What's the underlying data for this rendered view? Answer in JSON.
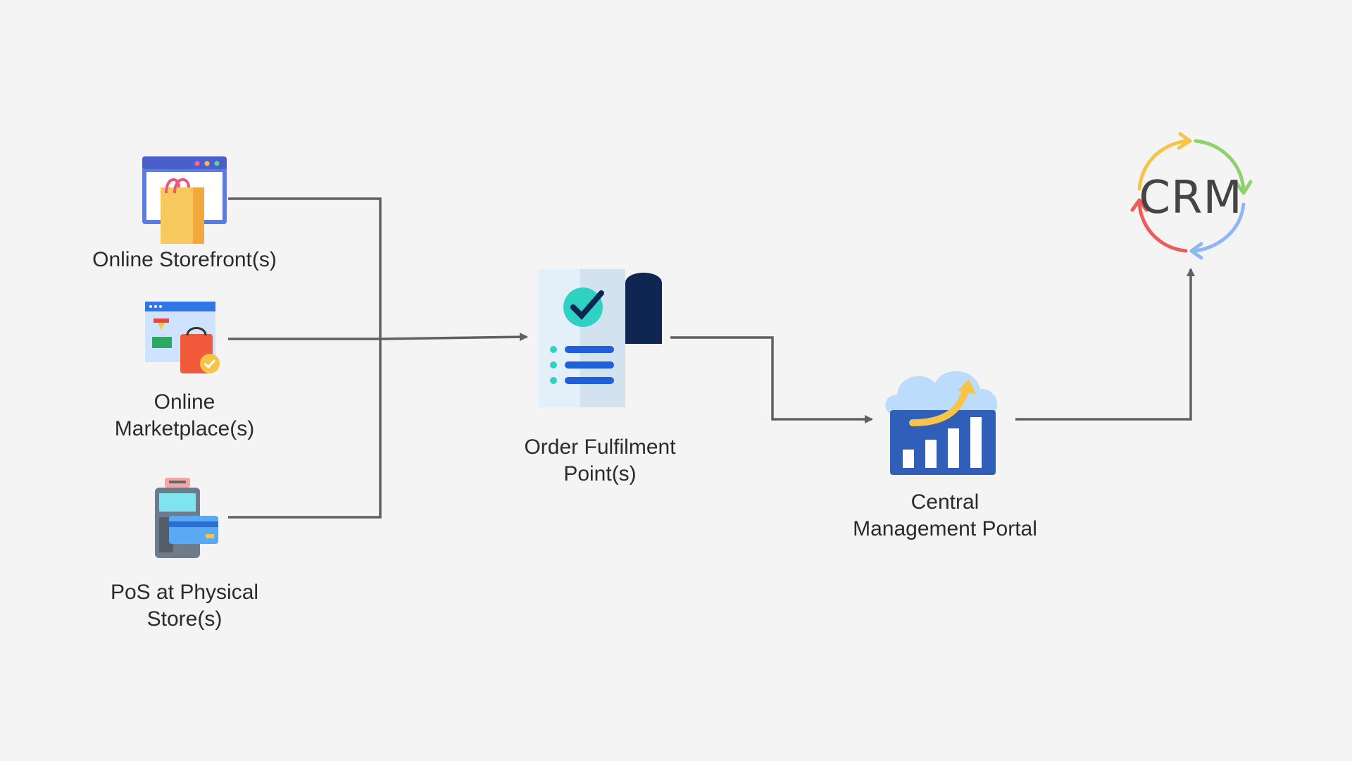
{
  "nodes": {
    "storefront": {
      "label": "Online Storefront(s)",
      "icon": "online-storefront-icon"
    },
    "marketplace": {
      "label": "Online\nMarketplace(s)",
      "icon": "online-marketplace-icon"
    },
    "pos": {
      "label": "PoS at Physical\nStore(s)",
      "icon": "pos-terminal-icon"
    },
    "fulfilment": {
      "label": "Order Fulfilment\nPoint(s)",
      "icon": "order-checklist-icon"
    },
    "portal": {
      "label": "Central\nManagement Portal",
      "icon": "cloud-analytics-icon"
    },
    "crm": {
      "label": "CRM",
      "icon": "crm-cycle-icon"
    }
  },
  "edges": [
    {
      "from": "storefront",
      "to": "fulfilment"
    },
    {
      "from": "marketplace",
      "to": "fulfilment"
    },
    {
      "from": "pos",
      "to": "fulfilment"
    },
    {
      "from": "fulfilment",
      "to": "portal"
    },
    {
      "from": "portal",
      "to": "crm"
    }
  ],
  "colors": {
    "background": "#f4f4f4",
    "connector": "#606060",
    "label": "#2b2b2b",
    "crm_yellow": "#f7c44a",
    "crm_green": "#8fd16b",
    "crm_blue": "#8fb8f2",
    "crm_red": "#ef5a5a"
  }
}
